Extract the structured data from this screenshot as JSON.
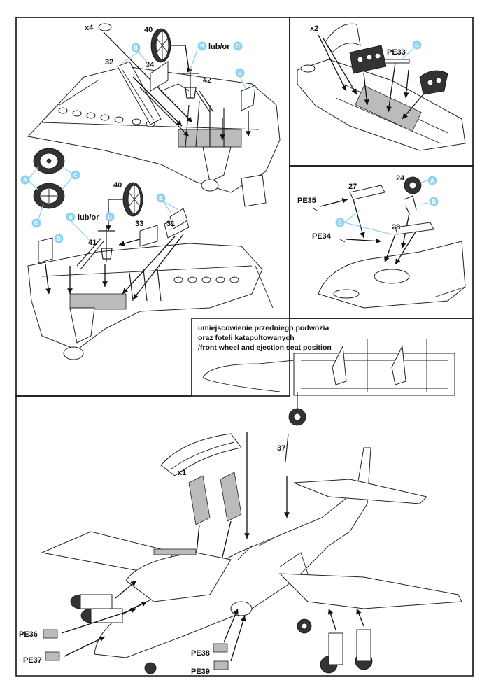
{
  "panels": {
    "main_gear": {
      "labels": {
        "qty_x4": "x4",
        "part_40_top": "40",
        "part_32": "32",
        "part_34": "34",
        "part_42": "42",
        "lub_or_top": "lub/or",
        "part_40_bottom": "40",
        "part_33": "33",
        "part_31": "31",
        "part_41": "41",
        "lub_or_bottom": "lub/or"
      },
      "paint_codes": [
        "B",
        "D",
        "B",
        "B",
        "A",
        "C",
        "D",
        "B",
        "B",
        "B",
        "D"
      ]
    },
    "cockpit_top": {
      "labels": {
        "qty_x2": "x2",
        "pe33": "PE33"
      },
      "paint_codes": [
        "B"
      ]
    },
    "cockpit_detail": {
      "labels": {
        "part_24": "24",
        "part_27": "27",
        "part_28": "28",
        "pe35": "PE35",
        "pe34": "PE34"
      },
      "paint_codes": [
        "A",
        "B",
        "B"
      ]
    },
    "inset": {
      "caption_line1": "umiejscowienie przedniego podwozia",
      "caption_line2": "oraz foteli katapultowanych",
      "caption_line3": "/front wheel and ejection seat position"
    },
    "final_assembly": {
      "labels": {
        "qty_x1": "x1",
        "part_37": "37",
        "pe36": "PE36",
        "pe37": "PE37",
        "pe38": "PE38",
        "pe39": "PE39"
      }
    }
  }
}
